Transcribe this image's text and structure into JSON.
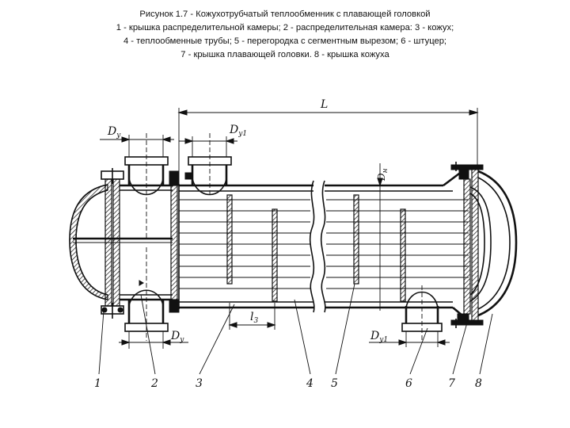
{
  "caption": {
    "title": "Рисунок 1.7 - Кожухотрубчатый теплообменник с плавающей головкой",
    "line2": "1 - крышка распределительной камеры; 2 - распределительная камера: 3 - кожух;",
    "line3": "4 - теплообменные трубы; 5 - перегородка с сегментным вырезом; 6 - штуцер;",
    "line4": "7 - крышка плавающей головки. 8 - крышка кожуха"
  },
  "dims": {
    "L": "L",
    "Dy_main": "D",
    "Dy_sub": "y",
    "Dy1_main": "D",
    "Dy1_sub": "y1",
    "Dn_main": "D",
    "Dn_sub": "н",
    "l3_main": "l",
    "l3_sub": "3"
  },
  "labels": {
    "n1": "1",
    "n2": "2",
    "n3": "3",
    "n4": "4",
    "n5": "5",
    "n6": "6",
    "n7": "7",
    "n8": "8"
  }
}
